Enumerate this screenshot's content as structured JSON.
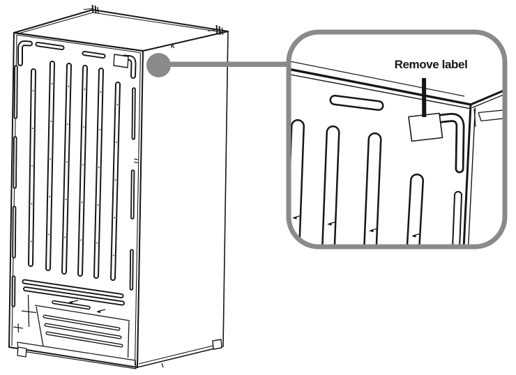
{
  "figure": {
    "type": "technical-diagram",
    "subject": "Refrigerator cabinet rear view with magnified detail of top-right corner",
    "callout": {
      "label": "Remove label"
    },
    "marks": {
      "corner_letter": "K"
    },
    "colors": {
      "line": "#161616",
      "gray": "#8a8a8a",
      "bg": "#ffffff"
    }
  }
}
